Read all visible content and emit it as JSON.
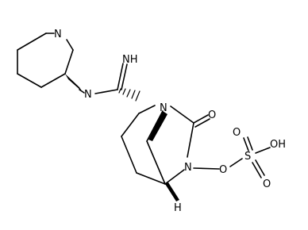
{
  "atoms": {
    "piperidine_n": "N",
    "imine": "NH",
    "amidine_n": "N",
    "bridge_n1": "N",
    "carbonyl_o": "O",
    "bridge_n6": "N",
    "ester_o": "O",
    "sulfur": "S",
    "sulfonyl_o_top": "O",
    "sulfonyl_o_bottom": "O",
    "hydroxyl": "OH",
    "bridgehead_h": "H"
  }
}
